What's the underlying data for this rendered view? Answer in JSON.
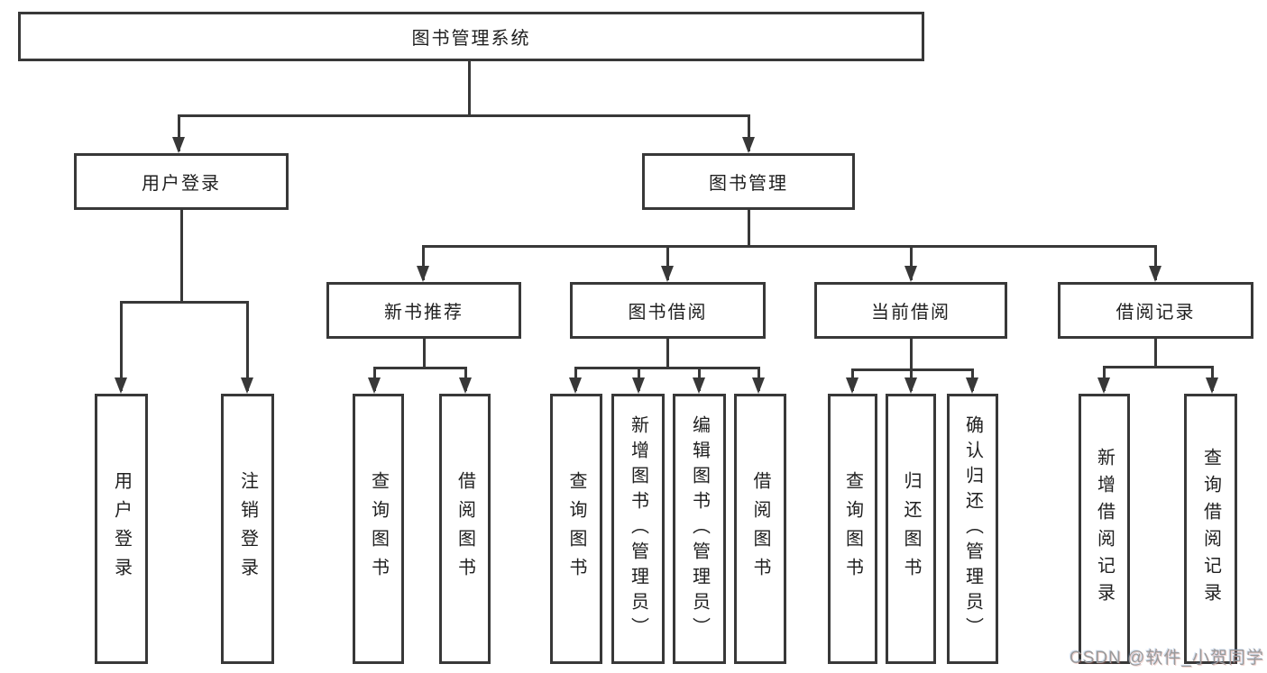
{
  "tree": {
    "root": {
      "label": "图书管理系统"
    },
    "branches": [
      {
        "label": "用户登录",
        "children": [
          {
            "label": "用户登录"
          },
          {
            "label": "注销登录"
          }
        ]
      },
      {
        "label": "图书管理",
        "children": [
          {
            "label": "新书推荐",
            "children": [
              {
                "label": "查询图书"
              },
              {
                "label": "借阅图书"
              }
            ]
          },
          {
            "label": "图书借阅",
            "children": [
              {
                "label": "查询图书"
              },
              {
                "label": "新增图书（管理员）"
              },
              {
                "label": "编辑图书（管理员）"
              },
              {
                "label": "借阅图书"
              }
            ]
          },
          {
            "label": "当前借阅",
            "children": [
              {
                "label": "查询图书"
              },
              {
                "label": "归还图书"
              },
              {
                "label": "确认归还（管理员）"
              }
            ]
          },
          {
            "label": "借阅记录",
            "children": [
              {
                "label": "新增借阅记录"
              },
              {
                "label": "查询借阅记录"
              }
            ]
          }
        ]
      }
    ]
  },
  "watermark": {
    "text": "CSDN @软件_小贺同学"
  },
  "colors": {
    "line": "#383838",
    "text": "#1f1f1f",
    "background": "#ffffff",
    "watermark": "#9a9a9a"
  }
}
